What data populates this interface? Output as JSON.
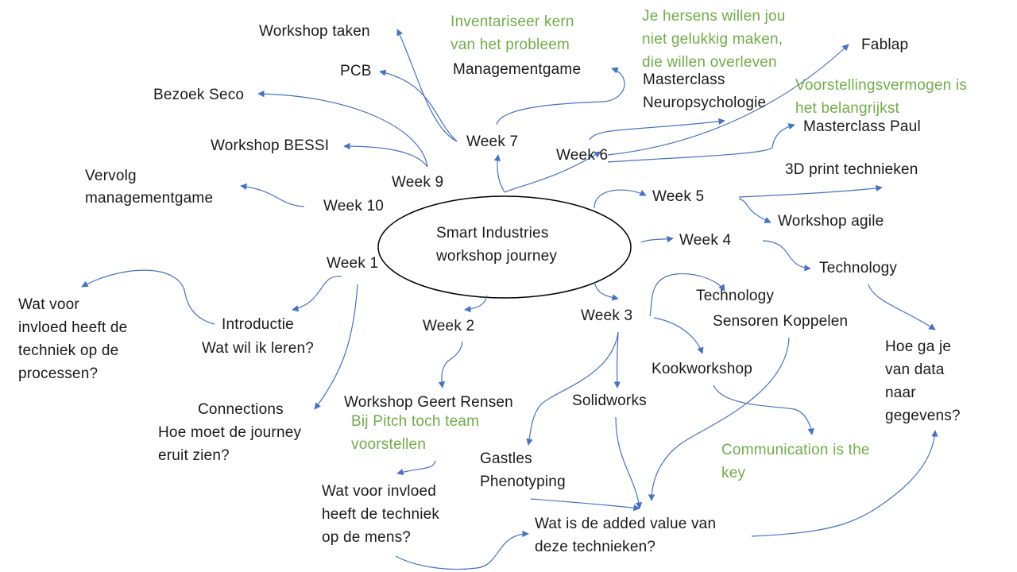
{
  "center": {
    "line1": "Smart Industries",
    "line2": "workshop journey"
  },
  "weeks": {
    "w1": "Week 1",
    "w2": "Week 2",
    "w3": "Week 3",
    "w4": "Week 4",
    "w5": "Week 5",
    "w6": "Week 6",
    "w7": "Week 7",
    "w9": "Week 9",
    "w10": "Week 10"
  },
  "topics": {
    "workshop_taken": "Workshop taken",
    "pcb": "PCB",
    "bezoek_seco": "Bezoek Seco",
    "workshop_bessi": "Workshop BESSI",
    "vervolg_1": "Vervolg",
    "vervolg_2": "managementgame",
    "managementgame": "Managementgame",
    "masterclass_neuro_1": "Masterclass",
    "masterclass_neuro_2": "Neuropsychologie",
    "fablap": "Fablap",
    "masterclass_paul": "Masterclass Paul",
    "print_3d": "3D print technieken",
    "workshop_agile": "Workshop agile",
    "technology_w4": "Technology",
    "hoe_ga_je": "Hoe ga je\nvan data\nnaar\ngegevens?",
    "technology_w3": "Technology",
    "sensoren": "Sensoren Koppelen",
    "kookworkshop": "Kookworkshop",
    "solidworks": "Solidworks",
    "gastles_1": "Gastles",
    "gastles_2": "Phenotyping",
    "added_value": "Wat is de added value van\ndeze technieken?",
    "workshop_geert": "Workshop Geert Rensen",
    "invloed_mens": "Wat voor invloed\nheeft de techniek\nop de mens?",
    "connections": "Connections",
    "hoe_moet": "Hoe moet de journey\neruit zien?",
    "introductie": "Introductie",
    "wat_wil_ik": "Wat wil ik leren?",
    "invloed_processen": "Wat voor\ninvloed heeft de\ntechniek op de\nprocessen?"
  },
  "notes": {
    "inventariseer": "Inventariseer kern\nvan het probleem",
    "hersens": "Je hersens willen jou\nniet gelukkig maken,\ndie willen overleven",
    "voorstelling": "Voorstellingsvermogen is\nhet belangrijkst",
    "pitch": "Bij Pitch toch team\nvoorstellen",
    "communication": "Communication is the\nkey"
  },
  "colors": {
    "arrow": "#4472c4",
    "note": "#70ad47",
    "text": "#1a1a1a",
    "ellipse": "#000000"
  }
}
